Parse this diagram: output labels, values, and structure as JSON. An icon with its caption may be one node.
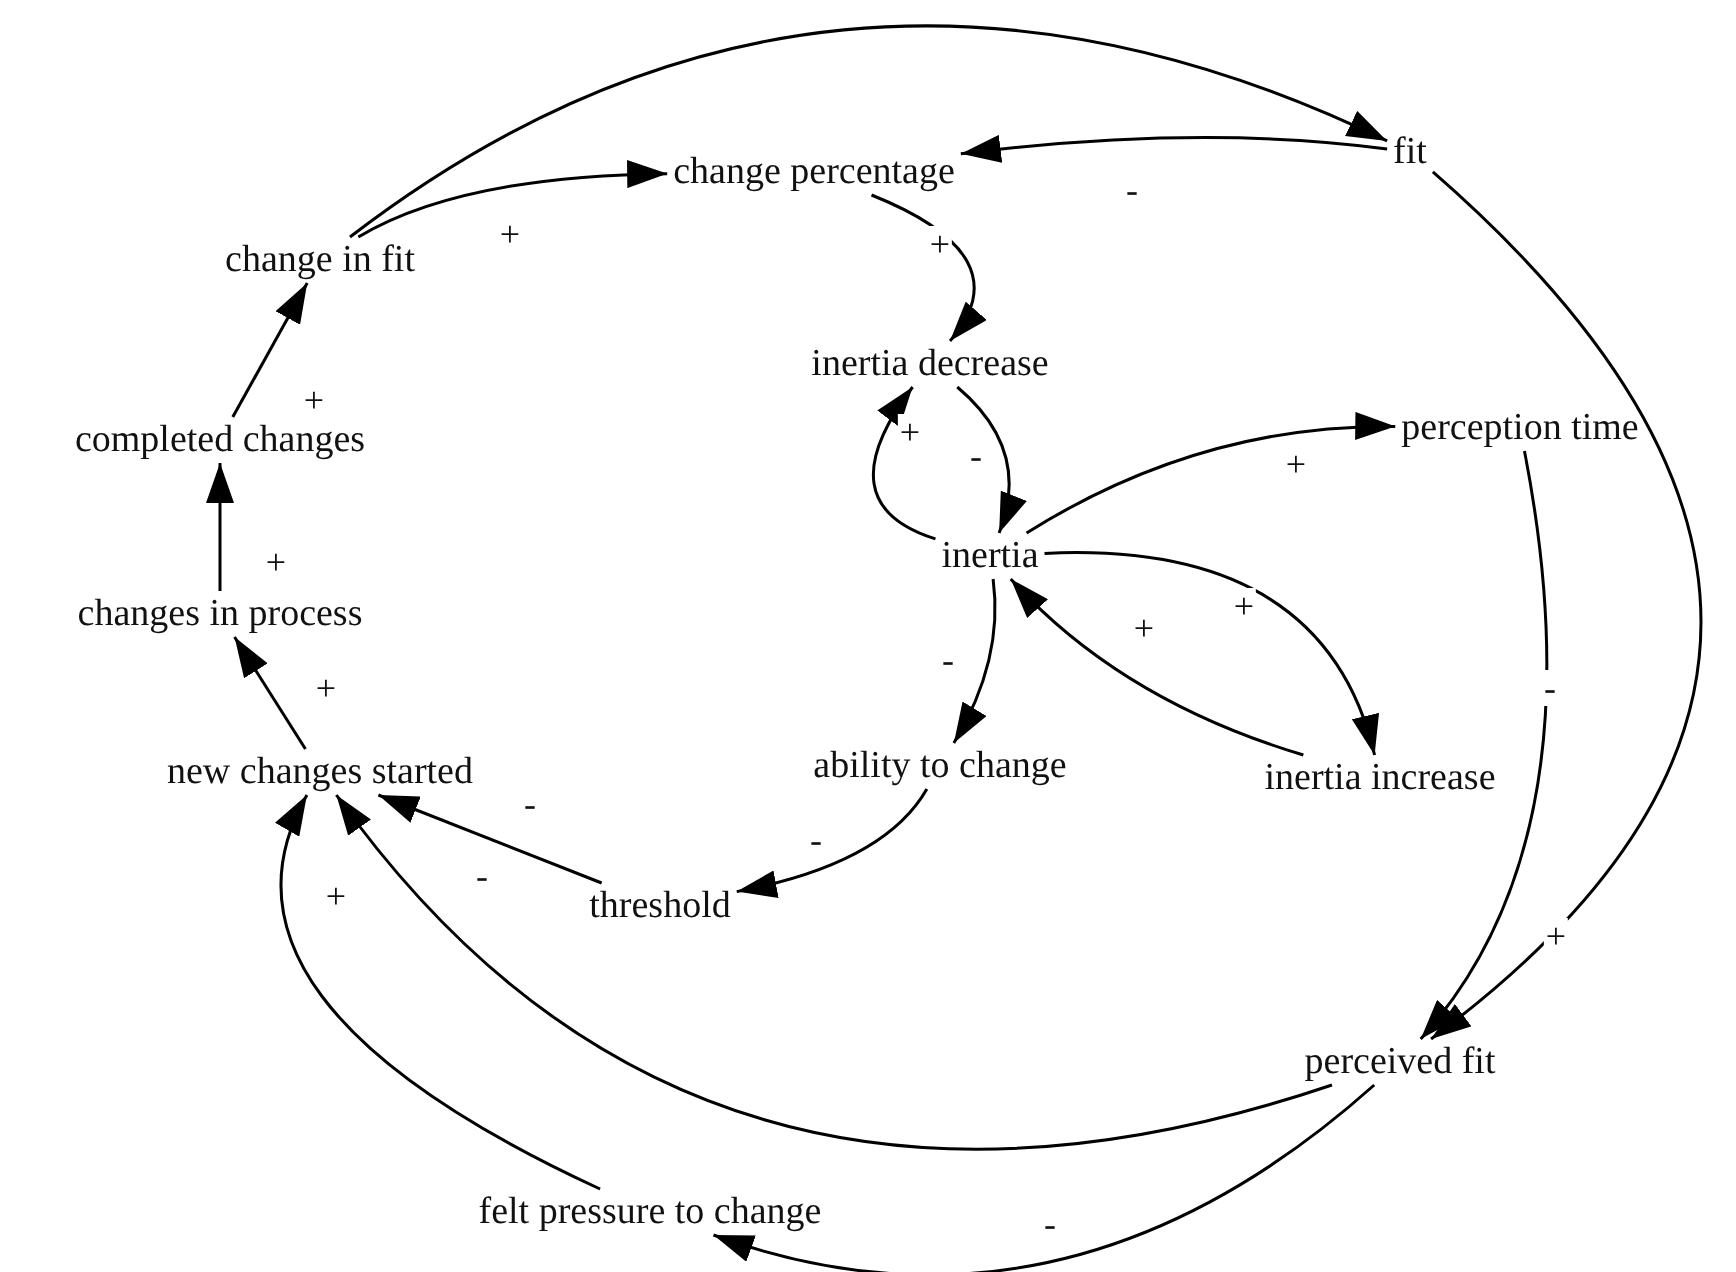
{
  "diagram": {
    "nodes": [
      {
        "text": [
          "change in fit"
        ]
      },
      {
        "text": [
          "change percentage"
        ]
      },
      {
        "text": [
          "fit"
        ]
      },
      {
        "text": [
          "inertia decrease"
        ]
      },
      {
        "text": [
          "completed changes"
        ]
      },
      {
        "text": [
          "perception time"
        ]
      },
      {
        "text": [
          "inertia"
        ]
      },
      {
        "text": [
          "changes in process"
        ]
      },
      {
        "text": [
          "new changes started"
        ]
      },
      {
        "text": [
          "ability to change"
        ]
      },
      {
        "text": [
          "inertia increase"
        ]
      },
      {
        "text": [
          "threshold"
        ]
      },
      {
        "text": [
          "perceived fit"
        ]
      },
      {
        "text": [
          "felt pressure to change"
        ]
      }
    ],
    "edges": [
      {
        "from": 0,
        "to": 1,
        "arrow": "to",
        "label": "+"
      },
      {
        "from": 0,
        "to": 2,
        "arrow": "to"
      },
      {
        "from": 2,
        "to": 1,
        "arrow": "to",
        "label": "-"
      },
      {
        "from": 1,
        "to": 3,
        "arrow": "to",
        "label": "+"
      },
      {
        "from": 3,
        "to": 6,
        "arrow": "to",
        "label": "-"
      },
      {
        "from": 6,
        "to": 3,
        "arrow": "to",
        "label": "+"
      },
      {
        "from": 6,
        "to": 5,
        "arrow": "to",
        "label": "+"
      },
      {
        "from": 6,
        "to": 10,
        "arrow": "to",
        "label": "+"
      },
      {
        "from": 10,
        "to": 6,
        "arrow": "to",
        "label": "+"
      },
      {
        "from": 6,
        "to": 9,
        "arrow": "to",
        "label": "-"
      },
      {
        "from": 9,
        "to": 11,
        "arrow": "to",
        "label": "-"
      },
      {
        "from": 11,
        "to": 8,
        "arrow": "to",
        "label": "-"
      },
      {
        "from": 12,
        "to": 8,
        "arrow": "to",
        "label": "-"
      },
      {
        "from": 13,
        "to": 8,
        "arrow": "to",
        "label": "+"
      },
      {
        "from": 8,
        "to": 7,
        "arrow": "to",
        "label": "+"
      },
      {
        "from": 7,
        "to": 4,
        "arrow": "to",
        "label": "+"
      },
      {
        "from": 4,
        "to": 0,
        "arrow": "to",
        "label": "+"
      },
      {
        "from": 5,
        "to": 12,
        "arrow": "to",
        "label": "-"
      },
      {
        "from": 2,
        "to": 12,
        "arrow": "to",
        "label": "+"
      },
      {
        "from": 12,
        "to": 13,
        "arrow": "to",
        "label": "-"
      }
    ]
  }
}
